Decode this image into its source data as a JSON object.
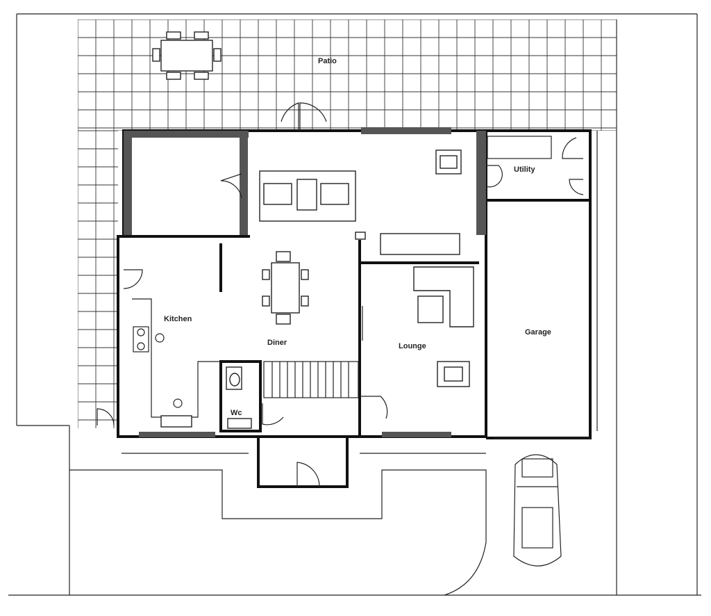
{
  "rooms": {
    "patio": "Patio",
    "utility": "Utility",
    "kitchen": "Kitchen",
    "diner": "Diner",
    "lounge": "Lounge",
    "garage": "Garage",
    "wc": "Wc"
  }
}
